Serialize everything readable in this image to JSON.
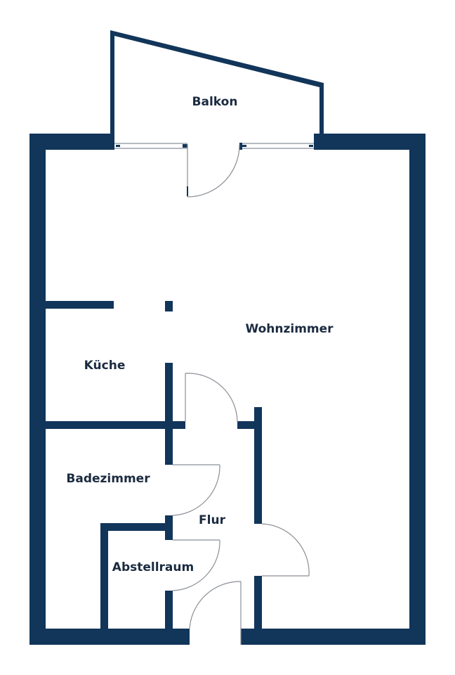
{
  "floorplan": {
    "wall_color": "#12355a",
    "label_color": "#1b2b40",
    "rooms": [
      {
        "id": "balkon",
        "label": "Balkon"
      },
      {
        "id": "wohnzimmer",
        "label": "Wohnzimmer"
      },
      {
        "id": "kueche",
        "label": "Küche"
      },
      {
        "id": "badezimmer",
        "label": "Badezimmer"
      },
      {
        "id": "flur",
        "label": "Flur"
      },
      {
        "id": "abstellraum",
        "label": "Abstellraum"
      }
    ]
  }
}
